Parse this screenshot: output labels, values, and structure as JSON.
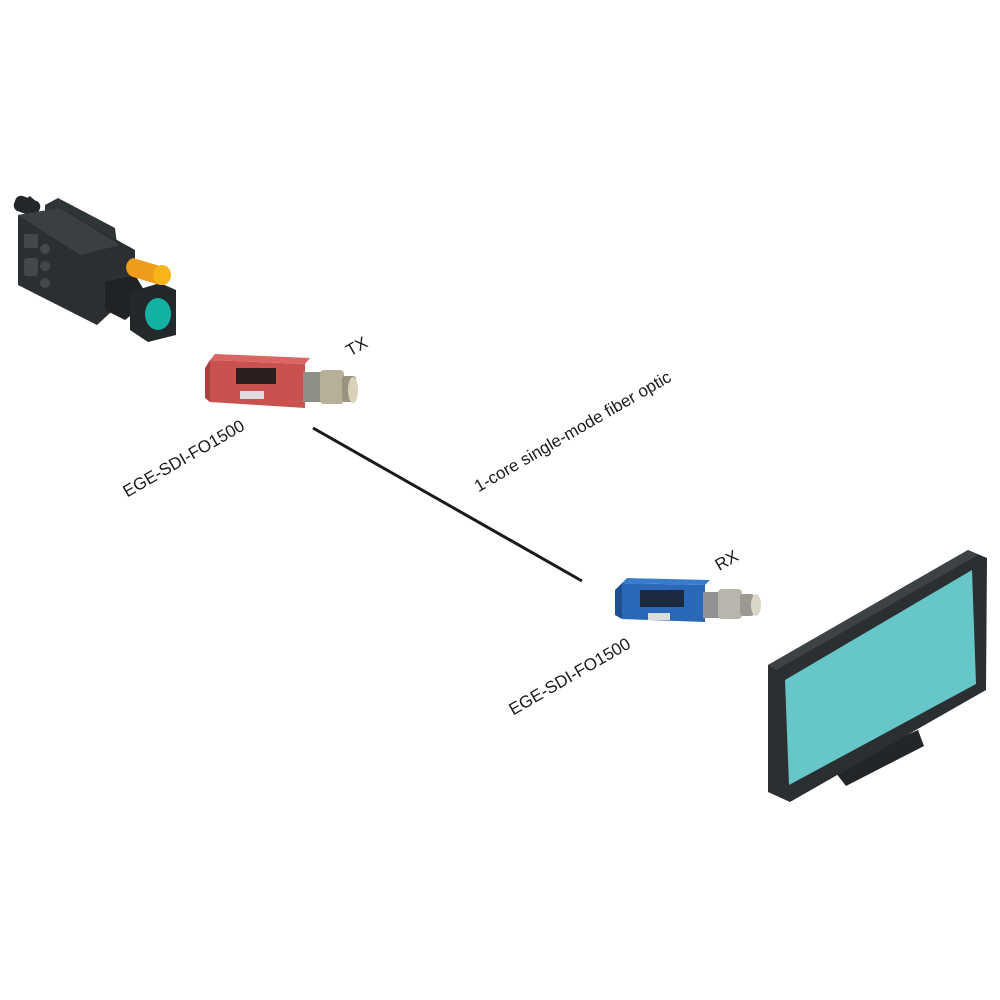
{
  "title": "SDI over fiber optic connection diagram",
  "labels": {
    "tx": "TX",
    "rx": "RX",
    "tx_model": "EGE-SDI-FO1500",
    "rx_model": "EGE-SDI-FO1500",
    "link": "1-core single-mode fiber optic"
  },
  "colors": {
    "tx_body": "#c9524f",
    "rx_body": "#2a68b8",
    "screen": "#66c6c8",
    "camera_lens": "#13b1a4",
    "camera_light": "#f0a020",
    "device_dark": "#2b2f31"
  }
}
